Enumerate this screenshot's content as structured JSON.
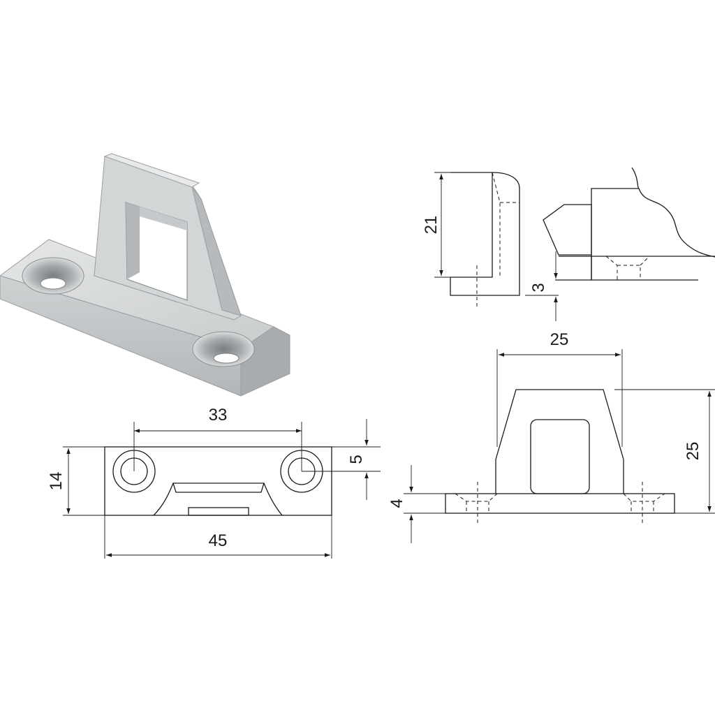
{
  "dimensions": {
    "hole_spacing": "33",
    "base_width": "14",
    "hole_diameter": "5",
    "base_length": "45",
    "side_height": "21",
    "base_offset": "3",
    "top_width": "25",
    "front_height": "25",
    "base_thickness": "4"
  },
  "colors": {
    "line": "#1a1a1a",
    "metal_light": "#d8dadb",
    "metal_mid": "#b9bcbe",
    "metal_dark": "#8e9194"
  }
}
